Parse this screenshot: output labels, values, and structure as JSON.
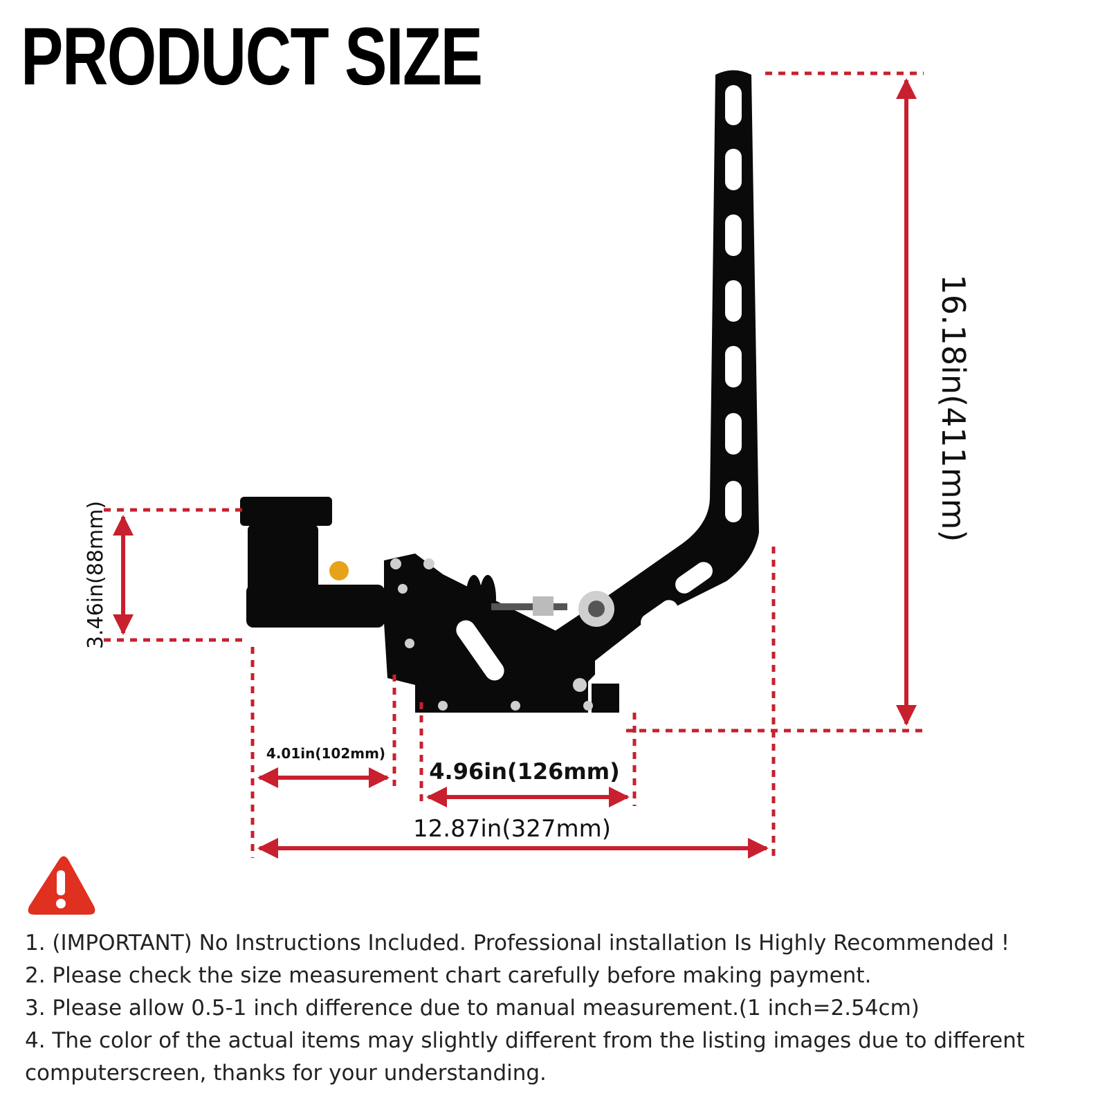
{
  "title": "PRODUCT SIZE",
  "colors": {
    "dimension": "#c8202e",
    "product": "#0a0a0a",
    "warning": "#e03020"
  },
  "dimensions": {
    "height_total": "16.18in(411mm)",
    "height_reservoir": "3.46in(88mm)",
    "width_reservoir": "4.01in(102mm)",
    "width_base": "4.96in(126mm)",
    "width_total": "12.87in(327mm)"
  },
  "warning_icon": "warning-triangle-icon",
  "notes": [
    "1. (IMPORTANT) No Instructions Included. Professional installation Is Highly Recommended !",
    "2. Please check the size measurement chart carefully before making payment.",
    "3. Please allow 0.5-1 inch difference due to manual measurement.(1 inch=2.54cm)",
    "4. The color of the actual items may slightly different from the listing images due to different",
    "computerscreen, thanks for your understanding."
  ]
}
